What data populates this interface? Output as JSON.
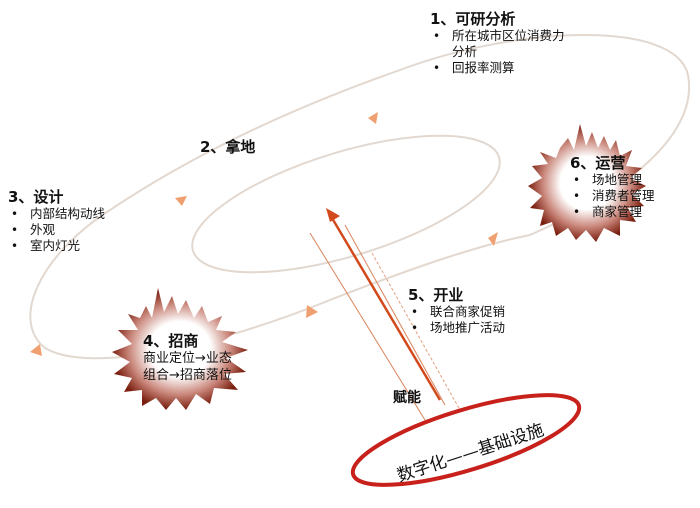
{
  "colors": {
    "path_line": "#e2d8d0",
    "arrow_marker": "#f0a070",
    "main_arrow": "#d24a1c",
    "thin_lines": "#d9845a",
    "burst_dark": "#7a1f10",
    "burst_light": "#ffffff",
    "base_ellipse": "#c8201a"
  },
  "steps": {
    "s1": {
      "title": "1、可研分析",
      "items": [
        "所在城市区位消费力分析",
        "回报率测算"
      ]
    },
    "s2": {
      "title": "2、拿地"
    },
    "s3": {
      "title": "3、设计",
      "items": [
        "内部结构动线",
        "外观",
        "室内灯光"
      ]
    },
    "s4": {
      "title": "4、招商",
      "lines": [
        "商业定位→业态",
        "组合→招商落位"
      ]
    },
    "s5": {
      "title": "5、开业",
      "items": [
        "联合商家促销",
        "场地推广活动"
      ]
    },
    "s6": {
      "title": "6、运营",
      "items": [
        "场地管理",
        "消费者管理",
        "商家管理"
      ]
    }
  },
  "empower_label": "赋能",
  "base_label": "数字化——基础设施"
}
